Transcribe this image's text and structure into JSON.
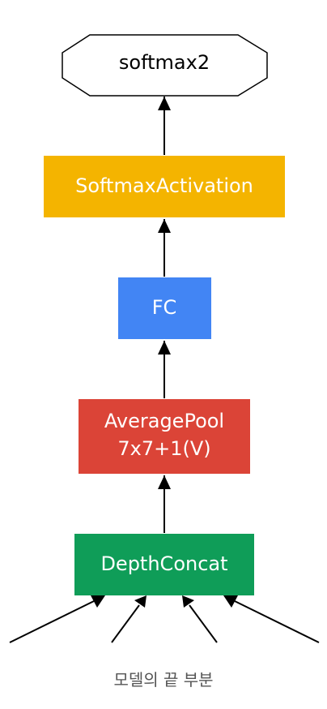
{
  "diagram": {
    "nodes": {
      "output": {
        "label": "softmax2",
        "shape": "octagon",
        "fill": "#ffffff",
        "text_color": "#000000"
      },
      "softmax": {
        "label": "SoftmaxActivation",
        "fill": "#f4b400",
        "text_color": "#ffffff"
      },
      "fc": {
        "label": "FC",
        "fill": "#4285f4",
        "text_color": "#ffffff"
      },
      "avgpool": {
        "label_line1": "AveragePool",
        "label_line2": "7x7+1(V)",
        "fill": "#db4437",
        "text_color": "#ffffff"
      },
      "depthconcat": {
        "label": "DepthConcat",
        "fill": "#0f9d58",
        "text_color": "#ffffff"
      }
    },
    "edge_color": "#000000"
  },
  "caption": "모델의 끝 부분"
}
